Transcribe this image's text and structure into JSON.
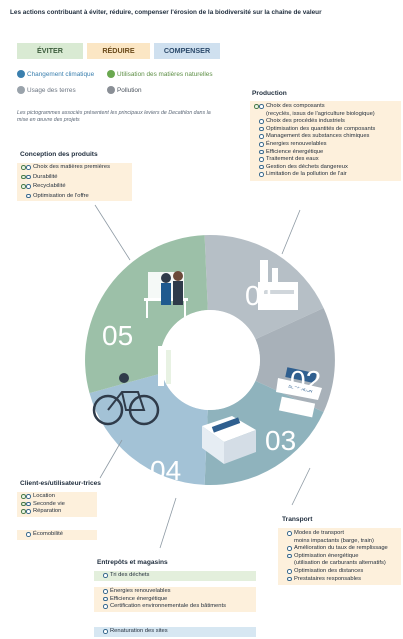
{
  "title": "Les actions contribuant à éviter, réduire, compenser l'érosion de la biodiversité sur la chaîne de valeur",
  "categories": {
    "eviter": "ÉVITER",
    "reduire": "RÉDUIRE",
    "compenser": "COMPENSER"
  },
  "legend": {
    "climat": "Changement climatique",
    "matieres": "Utilisation des matières naturelles",
    "terres": "Usage des terres",
    "pollution": "Pollution"
  },
  "note": "Les pictogrammes associés présentent les principaux leviers de Decathlon dans la mise en œuvre des projets",
  "conception": {
    "title": "Conception des produits",
    "items": [
      "Choix des matières premières",
      "Durabilité",
      "Recyclabilité",
      "Optimisation de l'offre"
    ]
  },
  "production": {
    "title": "Production",
    "items": [
      "Choix des composants",
      "(recyclés, issus de l'agriculture biologique)",
      "Choix des procédés industriels",
      "Optimisation des quantités de composants",
      "Management des substances chimiques",
      "Énergies renouvelables",
      "Efficience énergétique",
      "Traitement des eaux",
      "Gestion des déchets dangereux",
      "Limitation de la pollution de l'air"
    ]
  },
  "client": {
    "title": "Client-es/utilisateur-trices",
    "items": [
      "Location",
      "Seconde vie",
      "Réparation",
      "Écomobilité"
    ]
  },
  "transport": {
    "title": "Transport",
    "items": [
      "Modes de transport",
      "moins impactants (barge, train)",
      "Amélioration du taux de remplissage",
      "Optimisation énergétique",
      "(utilisation de carburants alternatifs)",
      "Optimisation des distances",
      "Prestataires responsables"
    ]
  },
  "entrepots": {
    "title": "Entrepôts et magasins",
    "items": [
      "Tri des déchets",
      "Énergies renouvelables",
      "Efficience énergétique",
      "Certification environnementale des bâtiments",
      "Renaturation des sites"
    ]
  },
  "ring": {
    "n1": "01",
    "n2": "02",
    "n3": "03",
    "n4": "04",
    "n5": "05",
    "boat_label": "DECATHLON"
  },
  "colors": {
    "eviter": "#d9ead3",
    "reduire": "#fbe6c4",
    "compenser": "#cfe0ef",
    "seg1": "#b6bfc6",
    "seg2": "#a8b1b9",
    "seg3": "#8fb3bd",
    "seg4": "#a3c2d6",
    "seg5": "#9cc0a8"
  }
}
